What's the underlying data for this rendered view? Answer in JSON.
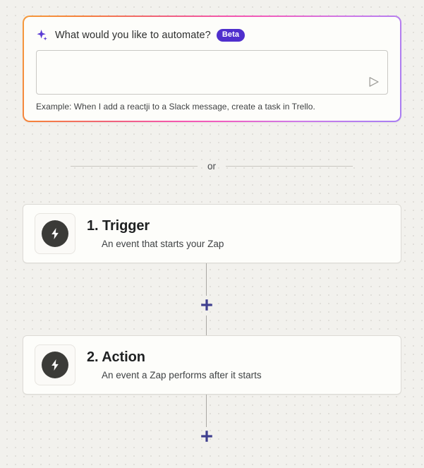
{
  "page": {
    "background_color": "#f2f1ed",
    "card_background_color": "#fdfdfa"
  },
  "ai_prompt": {
    "sparkle_icon": "sparkle-icon",
    "sparkle_color": "#5b3cd4",
    "title": "What would you like to automate?",
    "badge": "Beta",
    "badge_color": "#4f2fcd",
    "input_value": "",
    "input_placeholder": "",
    "send_icon": "send-arrow-icon",
    "example": "Example: When I add a reactji to a Slack message, create a task in Trello.",
    "border_gradient": [
      "#f59a3c",
      "#f0627a",
      "#f357ae",
      "#cd7ae8",
      "#a97df2"
    ]
  },
  "divider": {
    "label": "or"
  },
  "steps": [
    {
      "icon": "lightning-bolt-icon",
      "title": "1. Trigger",
      "subtitle": "An event that starts your Zap"
    },
    {
      "icon": "lightning-bolt-icon",
      "title": "2. Action",
      "subtitle": "An event a Zap performs after it starts"
    }
  ],
  "add_buttons": {
    "icon": "plus-icon",
    "color": "#3f3f8f",
    "label": "+"
  }
}
